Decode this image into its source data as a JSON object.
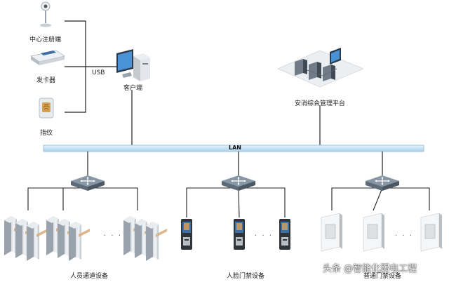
{
  "left_devices": {
    "registration": "中心注册端",
    "card_issuer": "发卡器",
    "fingerprint": "指纹",
    "usb": "USB"
  },
  "client": "客户端",
  "platform": "安消综合管理平台",
  "lan": "LAN",
  "groups": {
    "turnstile": "人员通道设备",
    "face": "人脸门禁设备",
    "door": "普通门禁设备"
  },
  "ellipsis": "· · ·",
  "watermark": "头条 @智能化弱电工程",
  "colors": {
    "lan_bar": "#cfe8f5",
    "line": "#222222",
    "switch": "#6e7d8b"
  }
}
